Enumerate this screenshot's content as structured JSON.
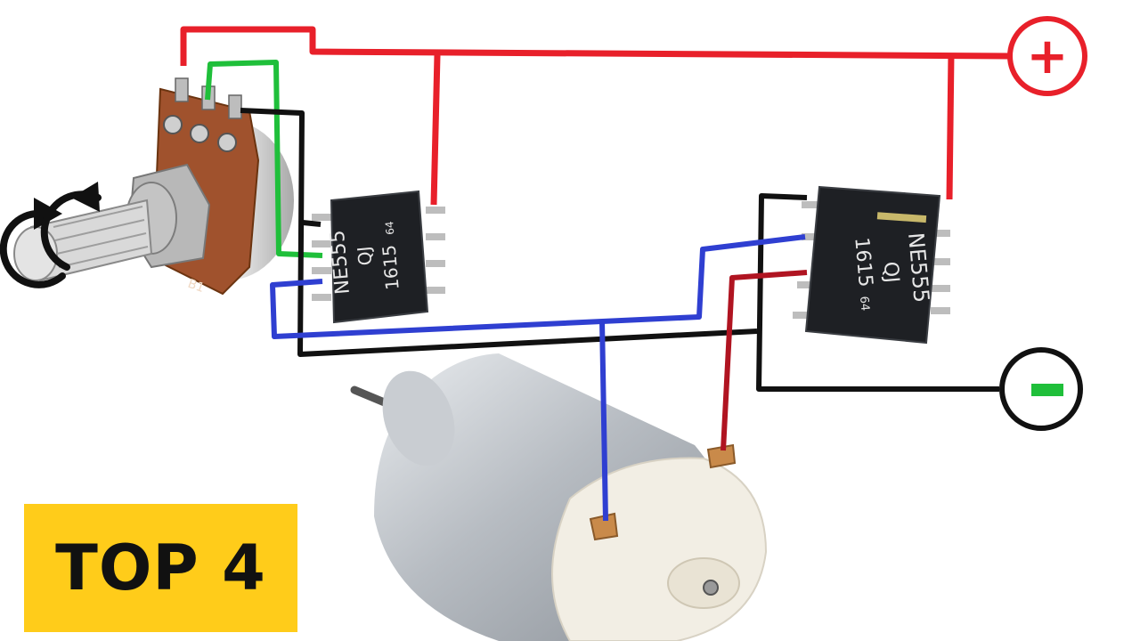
{
  "badge": {
    "text": "TOP 4",
    "color": "#ffcc1a"
  },
  "terminals": {
    "positive": {
      "symbol": "+",
      "color": "#e8202a"
    },
    "negative": {
      "symbol": "-",
      "color": "#111111",
      "mark_color": "#1fbf3a"
    }
  },
  "chips": [
    {
      "lines": [
        "NE555",
        "QJ",
        "1615",
        "64"
      ]
    },
    {
      "lines": [
        "NE555",
        "QJ",
        "1615",
        "64"
      ]
    }
  ],
  "potentiometer": {
    "label": "B1"
  },
  "wires": {
    "positive": "#e8202a",
    "ground": "#111111",
    "control": "#2f3fd1",
    "wiper": "#1fbf3a",
    "motor": "#b01421"
  }
}
